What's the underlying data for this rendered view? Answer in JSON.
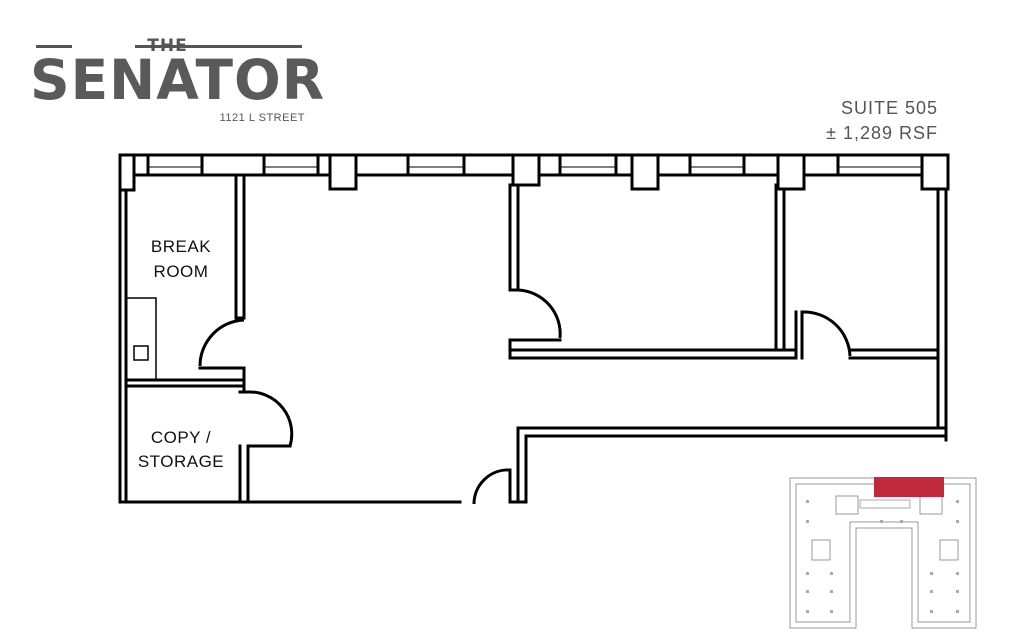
{
  "brand": {
    "prefix": "THE",
    "name": "SENATOR",
    "address": "1121 L STREET"
  },
  "suite": {
    "number": "SUITE 505",
    "area": "± 1,289 RSF"
  },
  "rooms": {
    "break_room": [
      "BREAK",
      "ROOM"
    ],
    "copy_storage": [
      "COPY /",
      "STORAGE"
    ]
  },
  "colors": {
    "wall": "#000000",
    "logo": "#5a5a5a",
    "keyplan_highlight": "#c0283c"
  }
}
